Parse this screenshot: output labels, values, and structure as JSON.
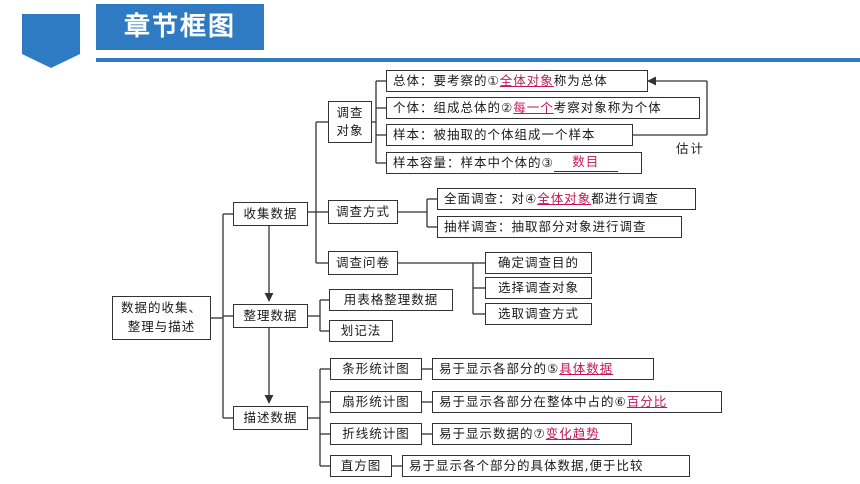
{
  "header": {
    "title": "章节框图"
  },
  "root": "数据的收集、整理与描述",
  "branches": {
    "collect": "收集数据",
    "organize": "整理数据",
    "describe": "描述数据"
  },
  "collect_children": {
    "object": "调查对象",
    "method": "调查方式",
    "questionnaire": "调查问卷"
  },
  "object_items": [
    {
      "text": "总体：要考察的①",
      "answer": "全体对象",
      "suffix": "称为总体"
    },
    {
      "text": "个体：组成总体的②",
      "answer": "每一个",
      "suffix": "考察对象称为个体"
    },
    {
      "text": "样本：被抽取的个体组成一个样本",
      "answer": "",
      "suffix": ""
    },
    {
      "text": "样本容量：样本中个体的③",
      "answer": "数目",
      "suffix": ""
    }
  ],
  "estimate_label": "估计",
  "method_items": [
    {
      "text": "全面调查：对④",
      "answer": "全体对象",
      "suffix": "都进行调查"
    },
    {
      "text": "抽样调查：抽取部分对象进行调查",
      "answer": "",
      "suffix": ""
    }
  ],
  "questionnaire_items": [
    "确定调查目的",
    "选择调查对象",
    "选取调查方式"
  ],
  "organize_items": [
    "用表格整理数据",
    "划记法"
  ],
  "describe_items": [
    {
      "chart": "条形统计图",
      "text": "易于显示各部分的⑤",
      "answer": "具体数据"
    },
    {
      "chart": "扇形统计图",
      "text": "易于显示各部分在整体中占的⑥",
      "answer": "百分比"
    },
    {
      "chart": "折线统计图",
      "text": "易于显示数据的⑦",
      "answer": "变化趋势"
    },
    {
      "chart": "直方图",
      "text": "易于显示各个部分的具体数据,便于比较",
      "answer": ""
    }
  ],
  "colors": {
    "accent": "#2e7bc4",
    "answer": "#c2185b"
  }
}
